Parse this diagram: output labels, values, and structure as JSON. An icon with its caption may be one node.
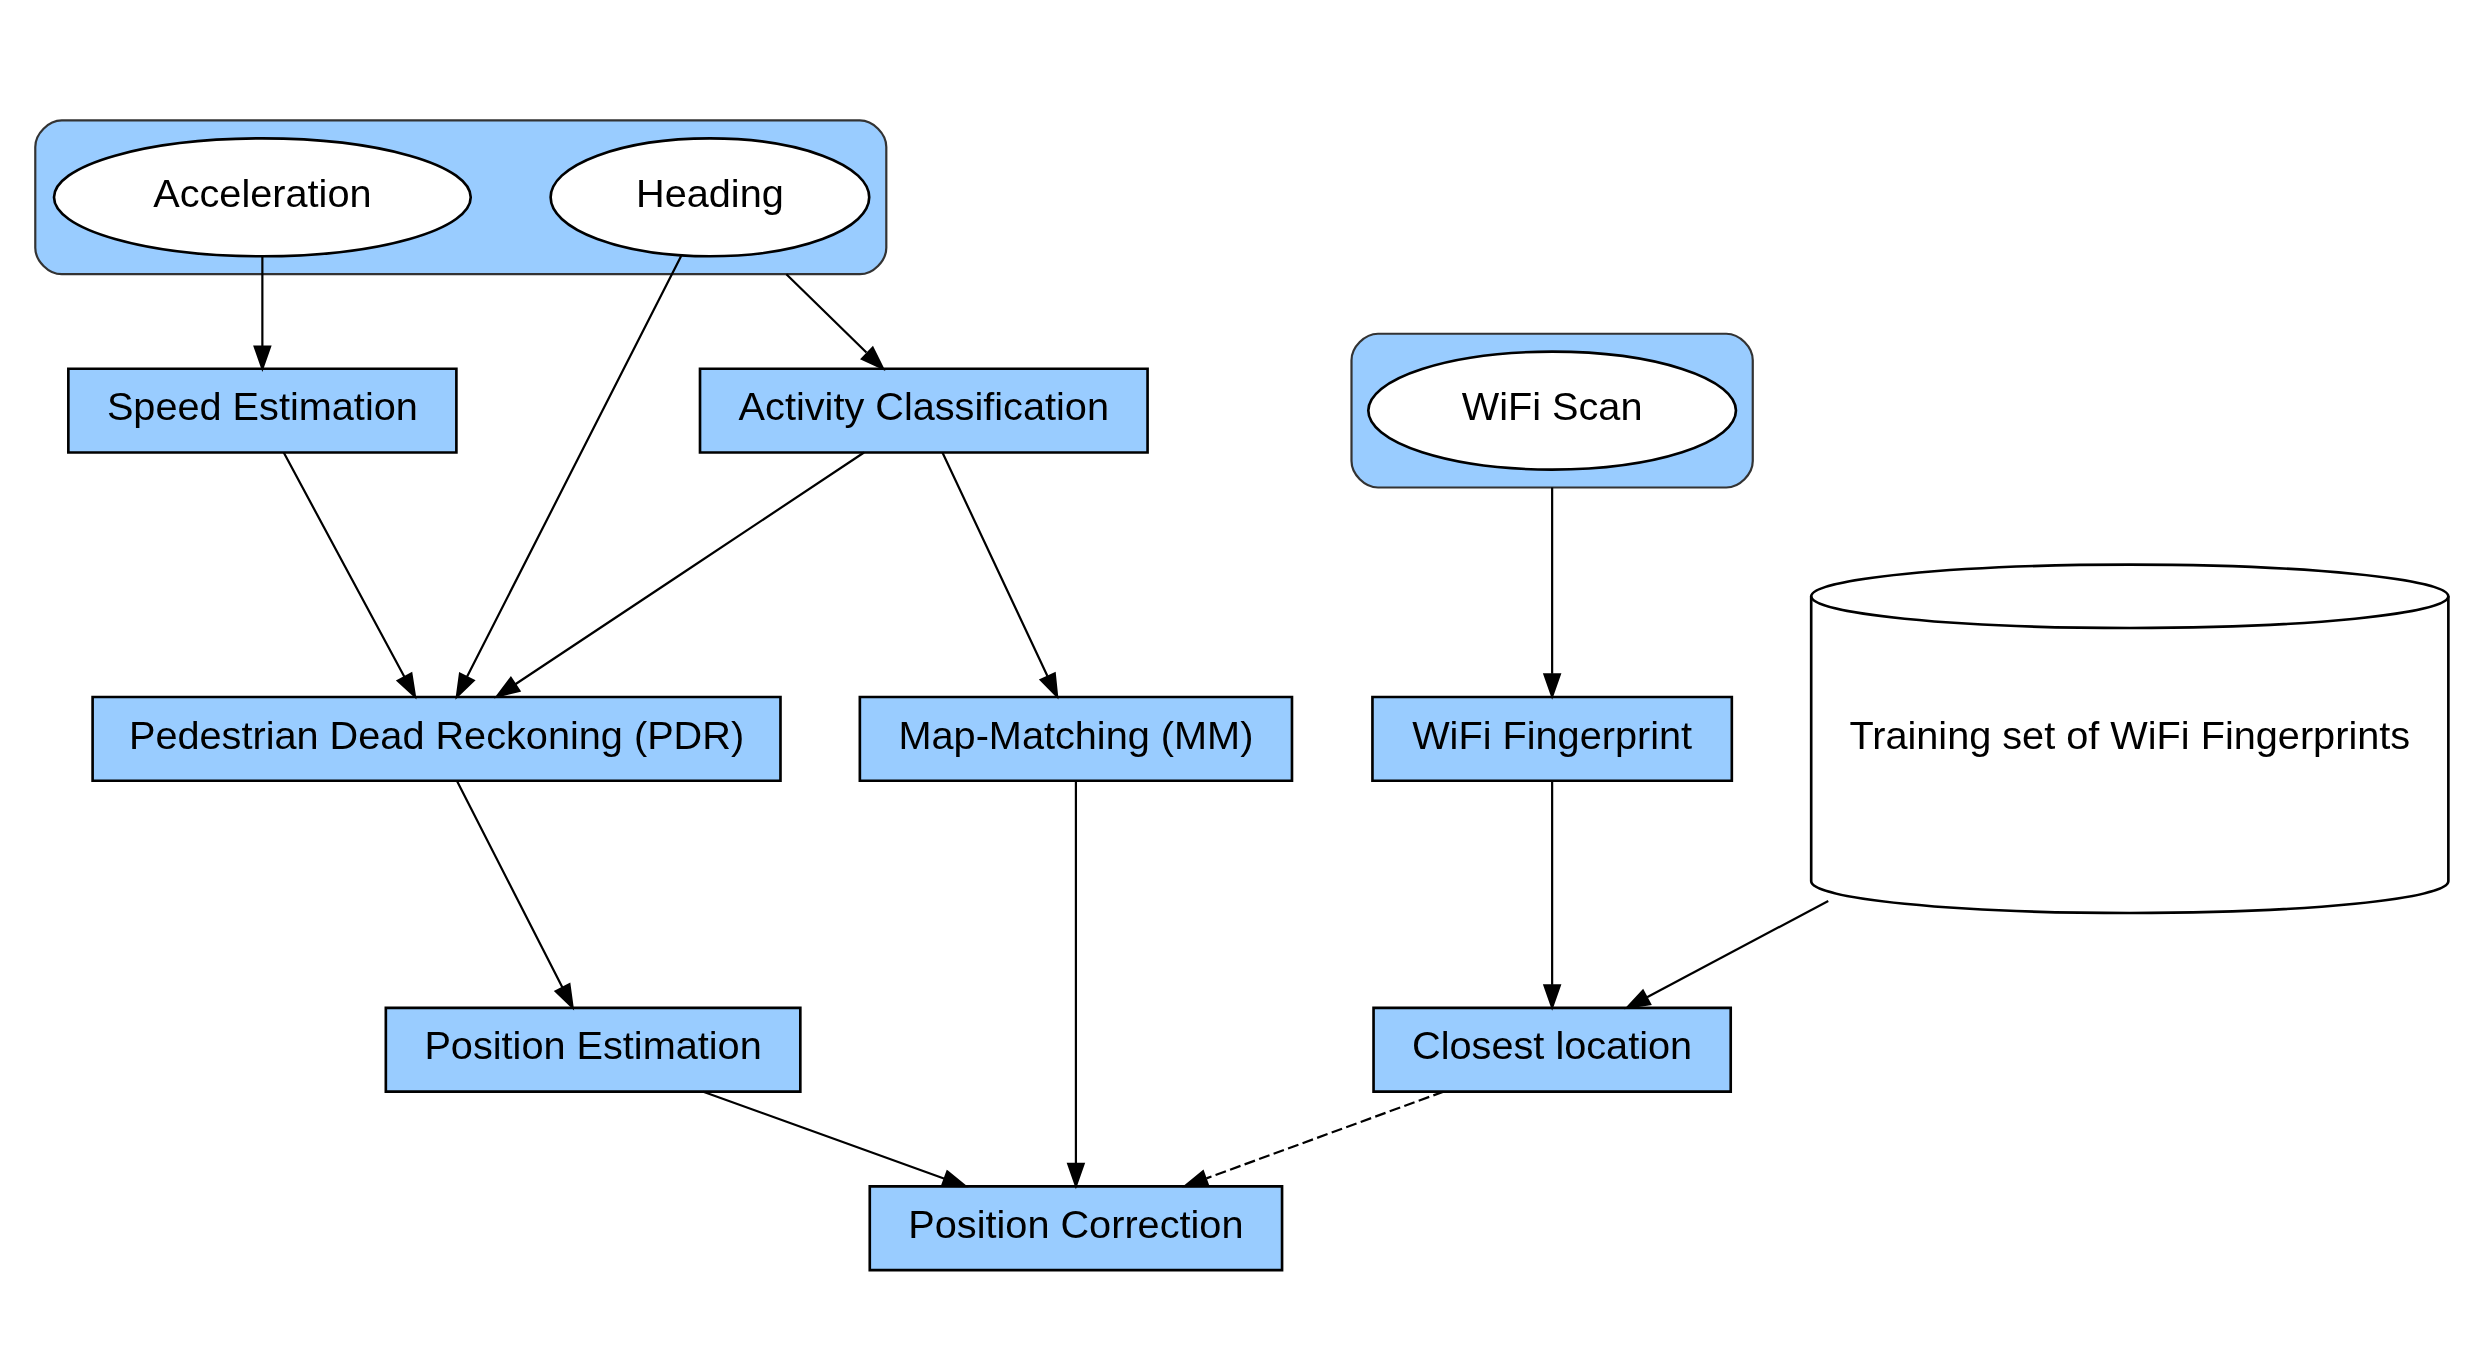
{
  "diagram": {
    "nodes": [
      {
        "text": [],
        "shape": "ellipse"
      },
      {
        "text": [
          "Acceleration"
        ],
        "in": 0
      },
      {
        "text": [
          "Heading"
        ],
        "in": 0
      },
      {
        "text": [
          "Speed Estimation"
        ]
      },
      {
        "text": [
          "Activity Classification"
        ]
      },
      {
        "text": [
          "Pedestrian Dead Reckoning (PDR)"
        ]
      },
      {
        "text": [
          "Map-Matching (MM)"
        ]
      },
      {
        "text": [
          "Position Estimation"
        ]
      },
      {
        "text": [
          "Position Correction"
        ]
      },
      {
        "text": [],
        "shape": "ellipse"
      },
      {
        "text": [
          "WiFi Scan"
        ],
        "in": 9
      },
      {
        "text": [
          "WiFi Fingerprint"
        ]
      },
      {
        "text": [
          "Training set of WiFi Fingerprints"
        ]
      },
      {
        "text": [
          "Closest location"
        ]
      }
    ],
    "edges": [
      {
        "from": 1,
        "to": 3,
        "arrow": "to"
      },
      {
        "from": 2,
        "to": 5,
        "arrow": "to"
      },
      {
        "from": 0,
        "to": 4,
        "arrow": "to"
      },
      {
        "from": 3,
        "to": 5,
        "arrow": "to"
      },
      {
        "from": 4,
        "to": 5,
        "arrow": "to"
      },
      {
        "from": 4,
        "to": 6,
        "arrow": "to"
      },
      {
        "from": 5,
        "to": 7,
        "arrow": "to"
      },
      {
        "from": 6,
        "to": 8,
        "arrow": "to"
      },
      {
        "from": 7,
        "to": 8,
        "arrow": "to"
      },
      {
        "from": 9,
        "to": 11,
        "arrow": "to"
      },
      {
        "from": 11,
        "to": 13,
        "arrow": "to"
      },
      {
        "from": 12,
        "to": 13,
        "arrow": "to"
      },
      {
        "from": 13,
        "to": 8,
        "arrow": "to",
        "style": "dashed"
      }
    ]
  }
}
